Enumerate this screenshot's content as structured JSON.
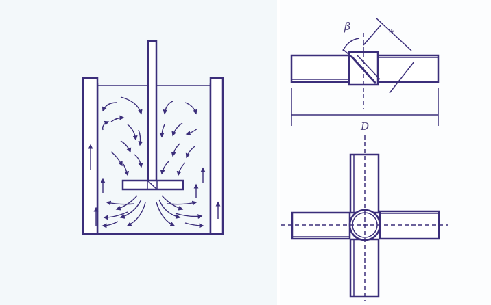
{
  "colors": {
    "stroke": "#3b2e7a",
    "stroke_light": "#4a3f7a",
    "panel_left_bg": "#f3f8fa",
    "panel_right_bg": "#fcfdfe",
    "page_bg": "#ffffff"
  },
  "labels": {
    "beta": "β",
    "w": "w",
    "diameter": "D"
  }
}
